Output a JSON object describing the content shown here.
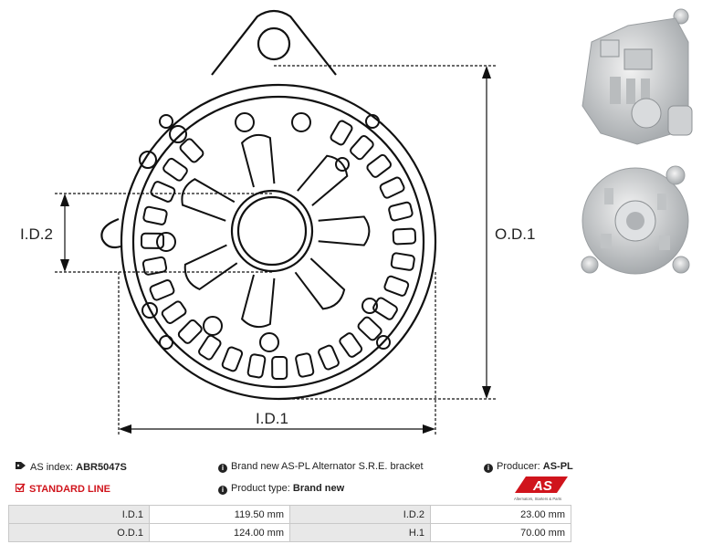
{
  "labels": {
    "id2": "I.D.2",
    "od1": "O.D.1",
    "id1": "I.D.1"
  },
  "info": {
    "as_index_label": "AS index:",
    "as_index_value": "ABR5047S",
    "description": "Brand new AS-PL Alternator S.R.E. bracket",
    "producer_label": "Producer:",
    "producer_value": "AS-PL",
    "line": "STANDARD LINE",
    "product_type_label": "Product type:",
    "product_type_value": "Brand new"
  },
  "logo": {
    "mark": "AS",
    "tagline": "Alternators, Starters & Parts",
    "color": "#d0141c"
  },
  "specs": [
    {
      "k1": "I.D.1",
      "v1": "119.50 mm",
      "k2": "I.D.2",
      "v2": "23.00 mm"
    },
    {
      "k1": "O.D.1",
      "v1": "124.00 mm",
      "k2": "H.1",
      "v2": "70.00 mm"
    }
  ],
  "icons": {
    "tag": "tag-icon",
    "info": "info-icon",
    "checkbox": "checkbox-icon"
  }
}
